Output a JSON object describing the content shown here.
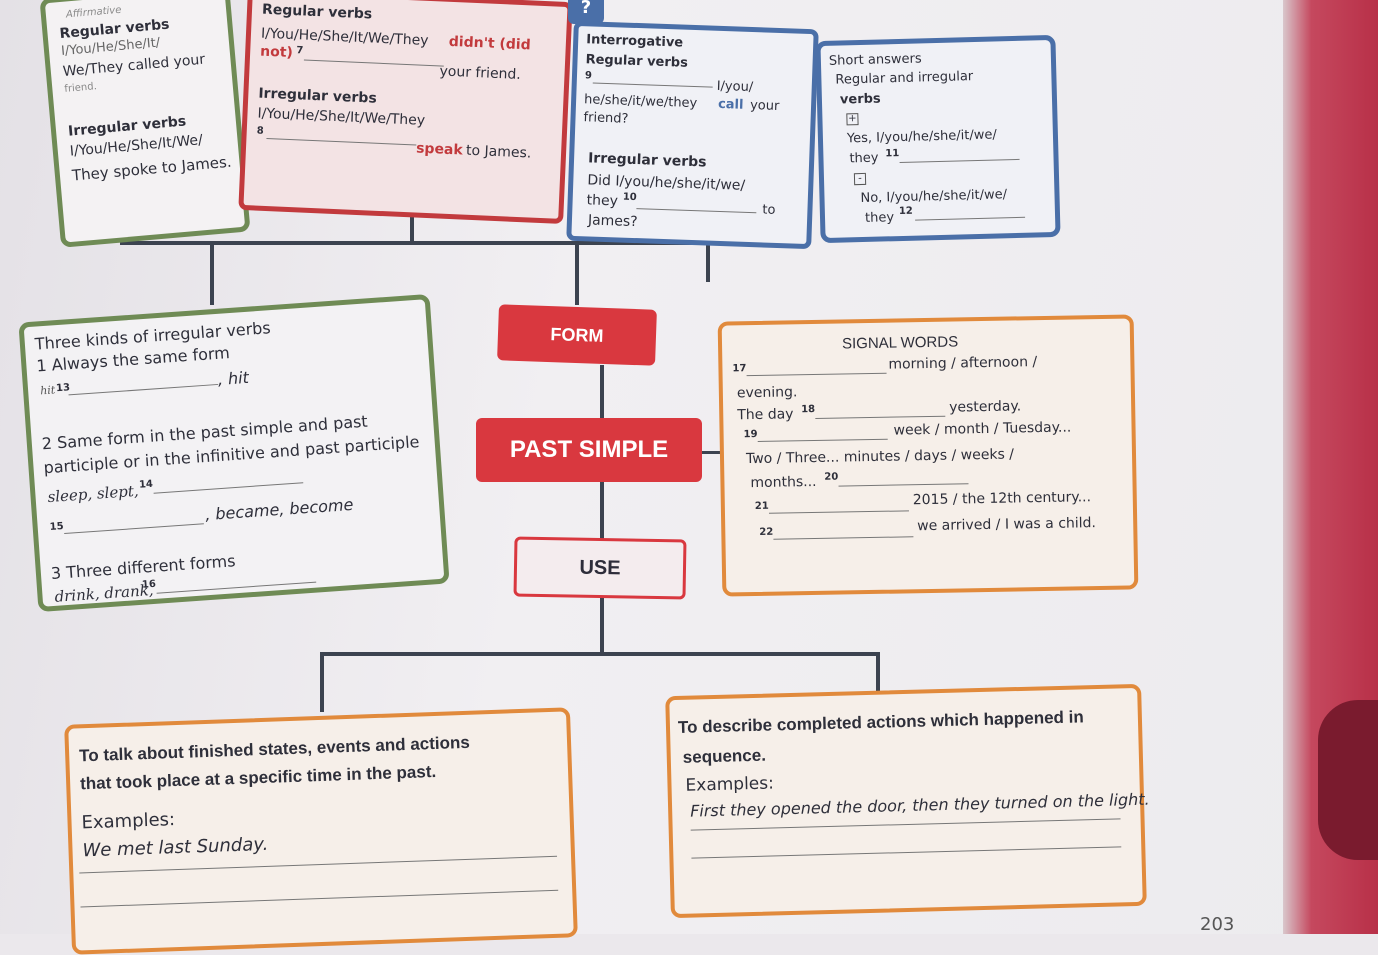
{
  "green_top": {
    "affirmative": "Affirmative",
    "regular_heading": "Regular verbs",
    "pronouns_1": "I/You/He/She/It/",
    "we_they_called": "We/They called your",
    "friend": "friend.",
    "irregular_heading": "Irregular verbs",
    "pronouns_2": "I/You/He/She/It/We/",
    "they_spoke": "They spoke to James."
  },
  "negative": {
    "regular_heading": "Regular verbs",
    "pronouns": "I/You/He/She/It/We/They",
    "didnt": "didn't (did",
    "not": "not)",
    "num7": "7",
    "your_friend": "your friend.",
    "irregular_heading": "Irregular verbs",
    "pronouns_2": "I/You/He/She/It/We/They",
    "num8": "8",
    "speak": "speak",
    "to_james": "to James."
  },
  "question_mark": "?",
  "interrogative": {
    "heading": "Interrogative",
    "regular_heading": "Regular verbs",
    "num9": "9",
    "i_you": "I/you/",
    "he_she": "he/she/it/we/they",
    "call": "call",
    "your": "your",
    "friend": "friend?",
    "irregular_heading": "Irregular verbs",
    "did_line": "Did I/you/he/she/it/we/",
    "they": "they",
    "num10": "10",
    "to": "to",
    "james": "James?"
  },
  "short_answers": {
    "heading": "Short answers",
    "sub1": "Regular and irregular",
    "sub2": "verbs",
    "plus": "+",
    "yes_line": "Yes, I/you/he/she/it/we/",
    "they_11": "they",
    "num11": "11",
    "minus": "-",
    "no_line": "No, I/you/he/she/it/we/",
    "they_12": "they",
    "num12": "12"
  },
  "three_kinds": {
    "heading": "Three kinds of irregular verbs",
    "k1": "1 Always the same form",
    "hit_ex": "hit",
    "hit": ", hit",
    "num13": "13",
    "k2a": "2 Same form in the past simple and past",
    "k2b": "participle or in the infinitive and past participle",
    "sleep": "sleep, slept,",
    "num14": "14",
    "num15": "15",
    "became": ", became, become",
    "k3": "3 Three different forms",
    "drink": "drink, drank,",
    "num16": "16"
  },
  "form_label": "FORM",
  "past_simple_label": "PAST SIMPLE",
  "use_label": "USE",
  "signal": {
    "heading": "SIGNAL WORDS",
    "num17": "17",
    "morning": "morning / afternoon /",
    "evening": "evening.",
    "the_day": "The day",
    "num18": "18",
    "yesterday": "yesterday.",
    "num19": "19",
    "week": "week / month / Tuesday...",
    "two_three": "Two / Three... minutes / days / weeks /",
    "months": "months...",
    "num20": "20",
    "num21": "21",
    "century": "2015 / the 12th century...",
    "num22": "22",
    "arrived": "we arrived / I was a child."
  },
  "use_left": {
    "line1": "To talk about finished states, events and actions",
    "line2": "that took place at a specific time in the past.",
    "examples": "Examples:",
    "example1": "We met last Sunday."
  },
  "use_right": {
    "line1": "To describe completed actions which happened in",
    "line2": "sequence.",
    "examples": "Examples:",
    "example1": "First they opened the door, then they turned on the light."
  },
  "page_number": "203",
  "colors": {
    "green": "#6f8b55",
    "red": "#c23a3d",
    "blue": "#4a6fa8",
    "orange": "#e18a3c",
    "connector": "#3c4350"
  }
}
